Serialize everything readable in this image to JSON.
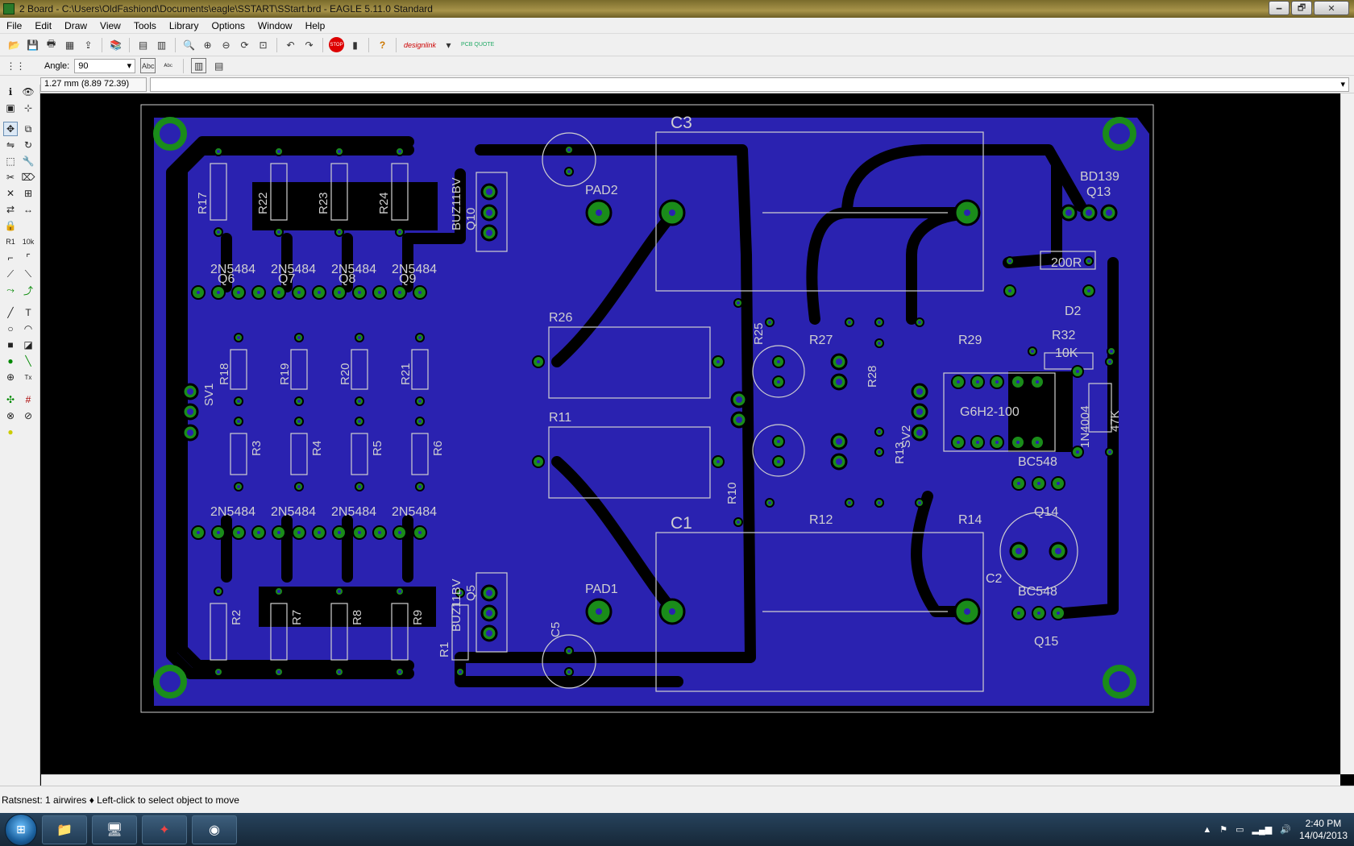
{
  "window": {
    "title": "2 Board - C:\\Users\\OldFashiond\\Documents\\eagle\\SSTART\\SStart.brd - EAGLE 5.11.0 Standard",
    "minimize": "🗕",
    "maximize": "🗗",
    "close": "✕"
  },
  "menu": [
    "File",
    "Edit",
    "Draw",
    "View",
    "Tools",
    "Library",
    "Options",
    "Window",
    "Help"
  ],
  "toolbar": {
    "icons": [
      "open-icon",
      "save-icon",
      "print-icon",
      "cam-icon",
      "export-icon",
      "library-icon",
      "script-icon",
      "ulp-icon",
      "zoom-fit-icon",
      "zoom-in-icon",
      "zoom-out-icon",
      "zoom-redraw-icon",
      "zoom-select-icon",
      "undo-icon",
      "redo-icon",
      "stop-icon",
      "go-icon",
      "help-icon"
    ],
    "designlink_label": "designlink",
    "pcbquote_label": "PCB QUOTE",
    "stop_label": "STOP"
  },
  "params": {
    "angle_label": "Angle:",
    "angle_value": "90"
  },
  "command": {
    "coordinates": "1.27 mm (8.89 72.39)",
    "input_value": ""
  },
  "board": {
    "background": "#000000",
    "layer_bottom": "#2a22b0",
    "pad_color": "#1a8c1a",
    "silk_color": "#d0d0d0",
    "trace_color": "#000000",
    "labels": {
      "C3": "C3",
      "C1": "C1",
      "C2": "C2",
      "C5": "C5",
      "PAD1": "PAD1",
      "PAD2": "PAD2",
      "BD139": "BD139",
      "Q13": "Q13",
      "R30": "200R",
      "D2": "D2",
      "R32": "R32",
      "R32v": "10K",
      "R26": "R26",
      "R11": "R11",
      "R27": "R27",
      "R29": "R29",
      "R12": "R12",
      "R14": "R14",
      "R25": "R25",
      "R28": "R28",
      "R10": "R10",
      "R13": "R13",
      "BC548a": "BC548",
      "Q14": "Q14",
      "BC548b": "BC548",
      "Q15": "Q15",
      "G6H2": "G6H2-100",
      "IN4004": "1N4004",
      "R15": "47K",
      "R17": "R17",
      "R22": "R22",
      "R23": "R23",
      "R24": "R24",
      "Q6": "Q6",
      "Q7": "Q7",
      "Q8": "Q8",
      "Q9": "Q9",
      "R18": "R18",
      "R19": "R19",
      "R20": "R20",
      "R21": "R21",
      "R3": "R3",
      "R4": "R4",
      "R5": "R5",
      "R6": "R6",
      "R2": "R2",
      "R7": "R7",
      "R8": "R8",
      "R9": "R9",
      "R1": "R1",
      "Q10": "Q10",
      "Q5": "Q5",
      "BUZ": "BUZ11BV",
      "SV1": "SV1",
      "SV2": "SV2",
      "TR": "2N5484"
    }
  },
  "status": {
    "text": "Ratsnest: 1 airwires  ♦ Left-click to select object to move"
  },
  "taskbar": {
    "clock_time": "2:40 PM",
    "clock_date": "14/04/2013"
  }
}
